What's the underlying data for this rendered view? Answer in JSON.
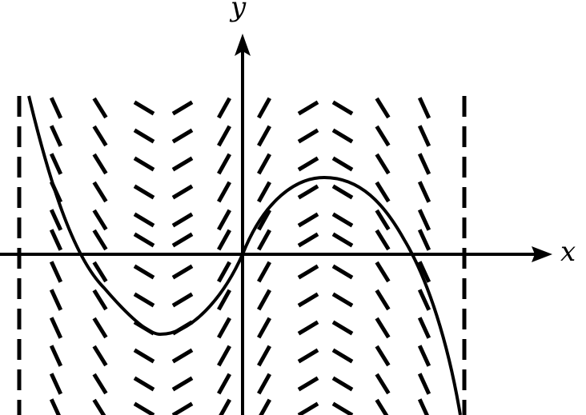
{
  "figure": {
    "x_axis_label": "x",
    "y_axis_label": "y"
  },
  "colors": {
    "ink": "#000000",
    "background": "#ffffff"
  },
  "slope_field": {
    "description_note": "",
    "columns": 10,
    "rows": 12
  }
}
